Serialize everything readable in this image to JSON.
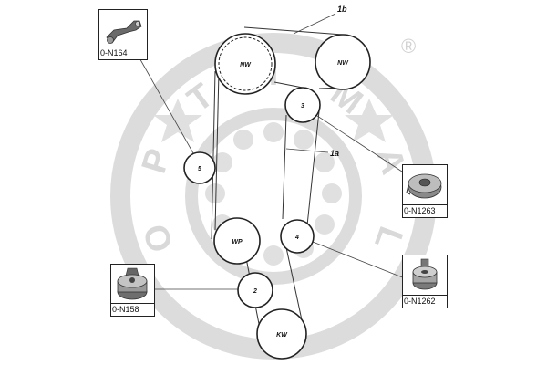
{
  "watermark": {
    "brand": "OPTIMAL",
    "registered": "®",
    "color": "#d9d9d9"
  },
  "pulleys": [
    {
      "id": "crank-nw",
      "label": "NW"
    },
    {
      "id": "cam-nw",
      "label": "NW"
    },
    {
      "id": "idler-3",
      "label": "3"
    },
    {
      "id": "idler-5",
      "label": "5"
    },
    {
      "id": "tensioner-4",
      "label": "4"
    },
    {
      "id": "water-pump",
      "label": "WP"
    },
    {
      "id": "idler-2",
      "label": "2"
    },
    {
      "id": "crankshaft",
      "label": "KW"
    }
  ],
  "belt_callouts": {
    "belt_1b": "1b",
    "belt_1a": "1a"
  },
  "parts": [
    {
      "id": "top-left",
      "code": "0-N164",
      "icon": "bracket-arm-icon"
    },
    {
      "id": "right-upper",
      "code": "0-N1263",
      "icon": "tensioner-pulley-icon"
    },
    {
      "id": "right-lower",
      "code": "0-N1262",
      "icon": "idler-pulley-icon"
    },
    {
      "id": "left-lower",
      "code": "0-N158",
      "icon": "tensioner-roller-icon"
    }
  ]
}
